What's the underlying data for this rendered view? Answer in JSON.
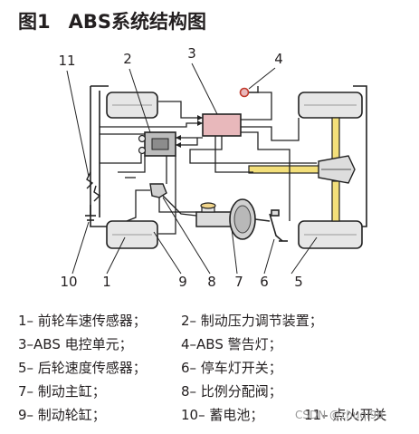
{
  "title": {
    "figure_no": "图1",
    "text": "ABS系统结构图"
  },
  "callouts": [
    "11",
    "2",
    "3",
    "4",
    "10",
    "1",
    "9",
    "8",
    "7",
    "6",
    "5"
  ],
  "legend": [
    [
      "1– 前轮车速传感器；",
      "2– 制动压力调节装置；"
    ],
    [
      "3–ABS 电控单元；",
      "4–ABS 警告灯；"
    ],
    [
      "5– 后轮速度传感器；",
      "6– 停车灯开关；"
    ],
    [
      "7– 制动主缸；",
      "8– 比例分配阀；"
    ],
    [
      "9– 制动轮缸；",
      "10– 蓄电池；",
      "11– 点火开关"
    ]
  ],
  "watermark": "CSDN @zhuqi98",
  "colors": {
    "ecu": "#e8b8bb",
    "shaft": "#f3df7a",
    "wheel": "#e6e6e6",
    "line": "#222222"
  }
}
